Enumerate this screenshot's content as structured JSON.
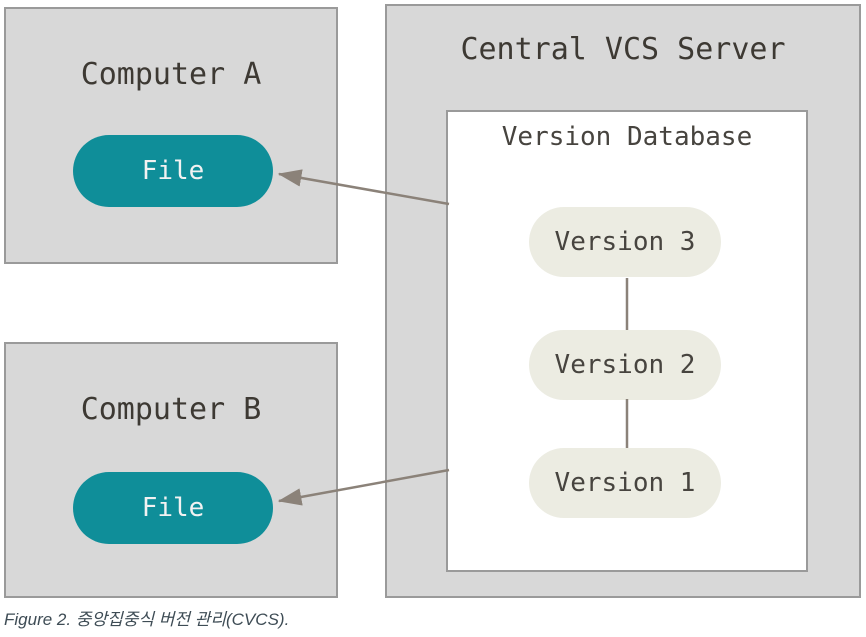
{
  "caption": "Figure 2. 중앙집중식 버전 관리(CVCS).",
  "computer_a": {
    "title": "Computer A",
    "file_label": "File"
  },
  "computer_b": {
    "title": "Computer B",
    "file_label": "File"
  },
  "server": {
    "title": "Central VCS Server",
    "database": {
      "title": "Version Database",
      "versions": [
        "Version 3",
        "Version 2",
        "Version 1"
      ]
    }
  },
  "arrows": [
    {
      "name": "server-to-computer-a-arrow"
    },
    {
      "name": "server-to-computer-b-arrow"
    }
  ],
  "colors": {
    "box_fill": "#d8d8d8",
    "box_border": "#9a9a9a",
    "file_pill_fill": "#0f8e99",
    "file_pill_text": "#f2f2f2",
    "version_pill_fill": "#ecece2",
    "version_text": "#47443f",
    "label_text": "#3d3933",
    "arrow": "#8b8279",
    "caption_text": "#3e4c55"
  }
}
